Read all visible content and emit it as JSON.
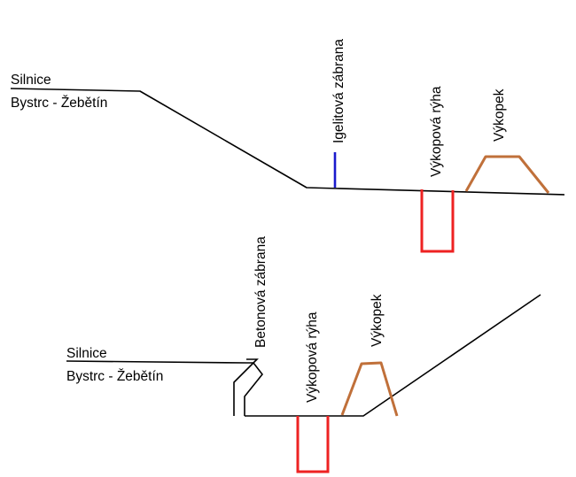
{
  "colors": {
    "ground": "#000000",
    "vegetation": "#33ee22",
    "trench": "#ee2222",
    "mound": "#c0703a",
    "plastic_barrier": "#1a1acc",
    "concrete_barrier": "#000000",
    "background": "#ffffff"
  },
  "top_section": {
    "road_label_line1": "Silnice",
    "road_label_line2": "Bystrc - Žebětín",
    "plastic_barrier_label": "Igelitová zábrana",
    "trench_label": "Výkopová rýha",
    "excavation_label": "Výkopek"
  },
  "bottom_section": {
    "road_label_line1": "Silnice",
    "road_label_line2": "Bystrc - Žebětín",
    "concrete_barrier_label": "Betonová zábrana",
    "trench_label": "Výkopová rýha",
    "excavation_label": "Výkopek"
  }
}
